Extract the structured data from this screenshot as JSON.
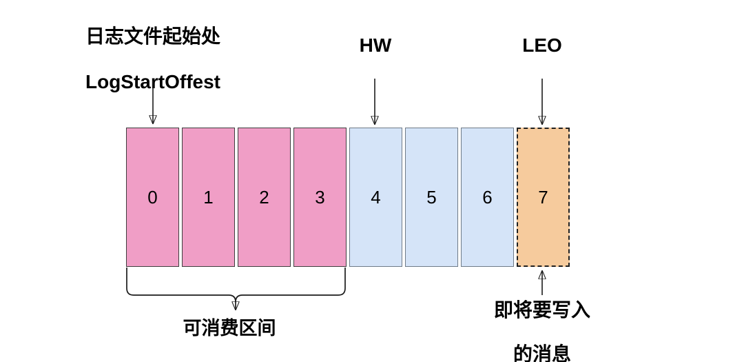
{
  "diagram": {
    "title_line1": "日志文件起始处",
    "title_line2": "LogStartOffest",
    "hw_label": "HW",
    "leo_label": "LEO",
    "consumable_label": "可消费区间",
    "upcoming_line1": "即将要写入",
    "upcoming_line2": "的消息"
  },
  "cells": [
    {
      "value": "0",
      "type": "consumable"
    },
    {
      "value": "1",
      "type": "consumable"
    },
    {
      "value": "2",
      "type": "consumable"
    },
    {
      "value": "3",
      "type": "consumable"
    },
    {
      "value": "4",
      "type": "pending"
    },
    {
      "value": "5",
      "type": "pending"
    },
    {
      "value": "6",
      "type": "pending"
    },
    {
      "value": "7",
      "type": "upcoming"
    }
  ],
  "colors": {
    "consumable_fill": "#F09EC6",
    "consumable_border": "#3D3D3D",
    "pending_fill": "#D5E4F8",
    "pending_border": "#6E7A87",
    "upcoming_fill": "#F6CB9D",
    "upcoming_border": "#1F1F1F",
    "arrow": "#1A1A1A"
  }
}
